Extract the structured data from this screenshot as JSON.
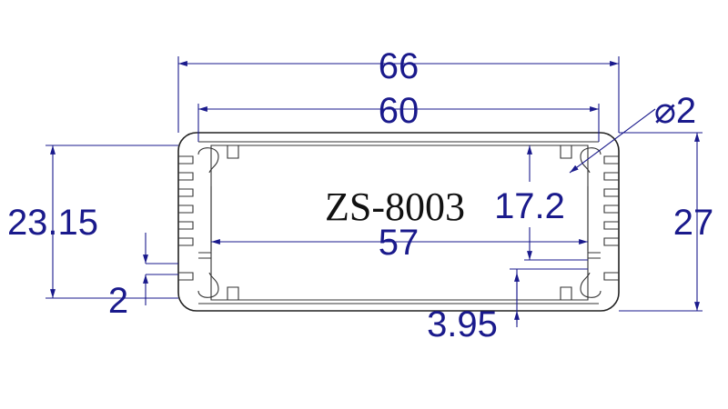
{
  "model": "ZS-8003",
  "dimensions": {
    "overall_width": "66",
    "inner_width": "60",
    "cavity_width": "57",
    "hole_diameter": "⌀2",
    "overall_height": "27",
    "inner_height": "23.15",
    "slot_height": "17.2",
    "fin_pitch": "2",
    "base_offset": "3.95"
  },
  "colors": {
    "dimension": "#1a1a8c",
    "outline": "#222222"
  }
}
